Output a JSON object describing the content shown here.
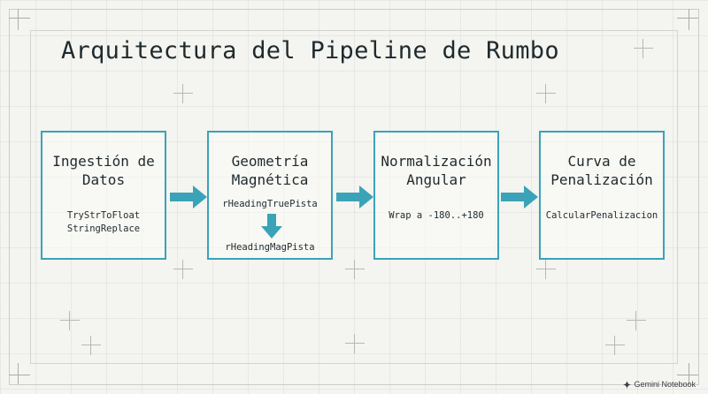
{
  "title": "Arquitectura del Pipeline de Rumbo",
  "stages": [
    {
      "title": "Ingestión de\nDatos",
      "details": [
        "TryStrToFloat",
        "StringReplace"
      ]
    },
    {
      "title": "Geometría\nMagnética",
      "details": [
        "rHeadingTruePista",
        "rHeadingMagPista"
      ]
    },
    {
      "title": "Normalización\nAngular",
      "details": [
        "Wrap a -180..+180"
      ]
    },
    {
      "title": "Curva de\nPenalización",
      "details": [
        "CalcularPenalizacion"
      ]
    }
  ],
  "watermark": "Gemini Notebook",
  "colors": {
    "accent": "#3aa3b8",
    "text": "#1f2a2e",
    "background": "#f4f4f0"
  },
  "icons": {
    "flow_arrow": "arrow-right-icon",
    "inner_arrow": "arrow-down-icon",
    "watermark_icon": "gemini-sparkle-icon"
  }
}
